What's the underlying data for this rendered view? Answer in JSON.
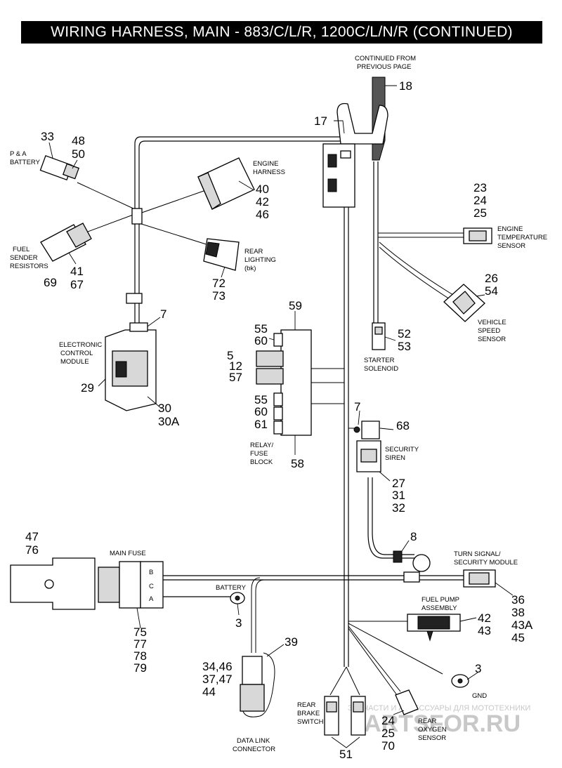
{
  "title": "WIRING HARNESS, MAIN - 883/C/L/R, 1200C/L/N/R (CONTINUED)",
  "labels": {
    "continued_line1": "CONTINUED FROM",
    "continued_line2": "PREVIOUS PAGE",
    "pa_battery_1": "P & A",
    "pa_battery_2": "BATTERY",
    "engine_harness_1": "ENGINE",
    "engine_harness_2": "HARNESS",
    "fuel_sender_1": "FUEL",
    "fuel_sender_2": "SENDER",
    "fuel_sender_3": "RESISTORS",
    "rear_lighting_1": "REAR",
    "rear_lighting_2": "LIGHTING",
    "rear_lighting_3": "(bk)",
    "engine_temp_1": "ENGINE",
    "engine_temp_2": "TEMPERATURE",
    "engine_temp_3": "SENSOR",
    "vss_1": "VEHICLE",
    "vss_2": "SPEED",
    "vss_3": "SENSOR",
    "ecm_1": "ELECTRONIC",
    "ecm_2": "CONTROL",
    "ecm_3": "MODULE",
    "starter_1": "STARTER",
    "starter_2": "SOLENOID",
    "security_1": "SECURITY",
    "security_2": "SIREN",
    "relay_1": "RELAY/",
    "relay_2": "FUSE",
    "relay_3": "BLOCK",
    "main_fuse": "MAIN FUSE",
    "battery": "BATTERY",
    "turn_1": "TURN SIGNAL/",
    "turn_2": "SECURITY MODULE",
    "fuel_pump_1": "FUEL PUMP",
    "fuel_pump_2": "ASSEMBLY",
    "gnd": "GND",
    "brake_1": "REAR",
    "brake_2": "BRAKE",
    "brake_3": "SWITCH",
    "oxygen_1": "REAR",
    "oxygen_2": "OXYGEN",
    "oxygen_3": "SENSOR",
    "data_link_1": "DATA LINK",
    "data_link_2": "CONNECTOR"
  },
  "callouts": {
    "c18": "18",
    "c17": "17",
    "c33": "33",
    "c48": "48",
    "c50": "50",
    "c40": "40",
    "c42a": "42",
    "c46a": "46",
    "c23": "23",
    "c24a": "24",
    "c25a": "25",
    "c41": "41",
    "c67": "67",
    "c69": "69",
    "c72": "72",
    "c73": "73",
    "c26": "26",
    "c54": "54",
    "c7a": "7",
    "c59": "59",
    "c55a": "55",
    "c60a": "60",
    "c52": "52",
    "c53": "53",
    "c5": "5",
    "c12": "12",
    "c57": "57",
    "c29": "29",
    "c30": "30",
    "c30a": "30A",
    "c55b": "55",
    "c60b": "60",
    "c61": "61",
    "c7b": "7",
    "c68": "68",
    "c58": "58",
    "c27": "27",
    "c31": "31",
    "c32": "32",
    "c47": "47",
    "c76": "76",
    "c8": "8",
    "c36": "36",
    "c38": "38",
    "c43a": "43A",
    "c45": "45",
    "c3a": "3",
    "c42b": "42",
    "c43": "43",
    "c75": "75",
    "c77": "77",
    "c78": "78",
    "c79": "79",
    "c39": "39",
    "c3b": "3",
    "c3446": "34,46",
    "c3747": "37,47",
    "c44": "44",
    "c24b": "24",
    "c25b": "25",
    "c70": "70",
    "c51": "51"
  },
  "watermark": {
    "line1": "ЗАПЧАСТИ И АКСЕССУАРЫ ДЛЯ МОТОТЕХНИКИ",
    "line2": "PARTSFOR.RU"
  }
}
